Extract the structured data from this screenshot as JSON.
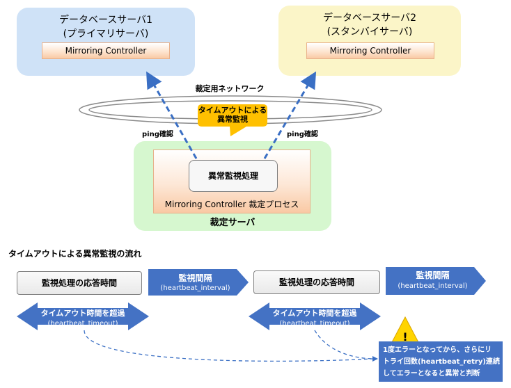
{
  "primary_server": {
    "title_line1": "データベースサーバ1",
    "title_line2": "(プライマリサーバ)",
    "controller_label": "Mirroring Controller"
  },
  "standby_server": {
    "title_line1": "データベースサーバ2",
    "title_line2": "(スタンバイサーバ)",
    "controller_label": "Mirroring Controller"
  },
  "network": {
    "label": "裁定用ネットワーク"
  },
  "callout": {
    "line1": "タイムアウトによる",
    "line2": "異常監視"
  },
  "ping_left": "ping確認",
  "ping_right": "ping確認",
  "arbitration_server": {
    "monitor_process": "異常監視処理",
    "process_label": "Mirroring Controller 裁定プロセス",
    "server_label": "裁定サーバ"
  },
  "flow": {
    "heading": "タイムアウトによる異常監視の流れ",
    "response_time_1": "監視処理の応答時間",
    "interval_1_title": "監視間隔",
    "interval_1_sub": "(heartbeat_interval)",
    "response_time_2": "監視処理の応答時間",
    "interval_2_title": "監視間隔",
    "interval_2_sub": "(heartbeat_interval)",
    "timeout_1_title": "タイムアウト時間を超過",
    "timeout_1_sub": "(heartbeat_timeout)",
    "timeout_2_title": "タイムアウト時間を超過",
    "timeout_2_sub": "(heartbeat_timeout)",
    "warning_line1": "1度エラーとなってから、さらにリ",
    "warning_line2": "トライ回数(heartbeat_retry)連続",
    "warning_line3": "してエラーとなると異常と判断"
  },
  "colors": {
    "primary_bg": "#cfe2f7",
    "standby_bg": "#fbf5c8",
    "arbitration_bg": "#d6f7cf",
    "callout": "#ffc000",
    "arrow_blue": "#3a6fc4"
  }
}
